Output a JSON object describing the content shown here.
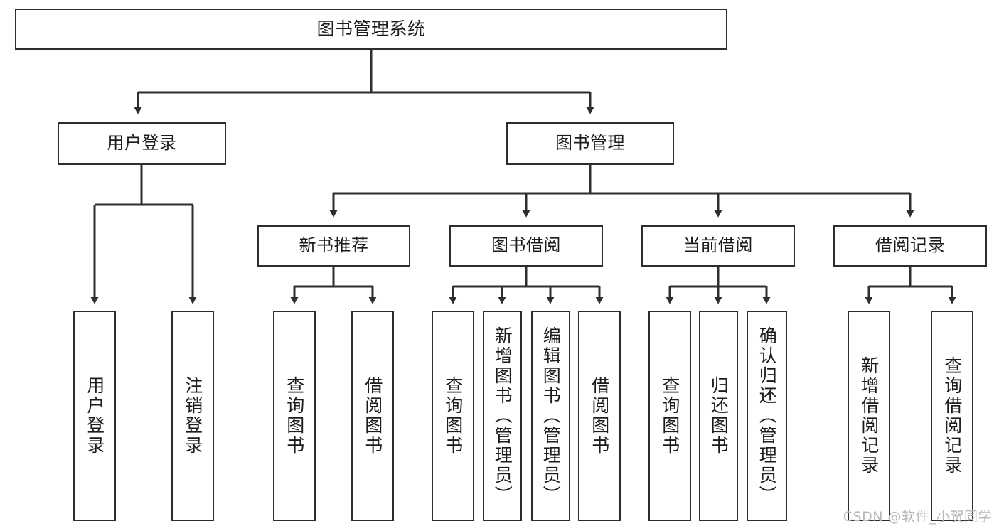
{
  "diagram": {
    "title": "图书管理系统",
    "watermark": "CSDN @软件_小贺同学",
    "line_color": "#2e2e2e",
    "box_border_color": "#2e2e2e",
    "box_fill": "#ffffff",
    "text_color": "#1c1c1c",
    "watermark_color": "#b8b8b8",
    "nodes": {
      "root": "图书管理系统",
      "level2": {
        "user_login": "用户登录",
        "book_manage": "图书管理"
      },
      "level3": {
        "new_book_rec": "新书推荐",
        "book_borrow": "图书借阅",
        "current_borrow": "当前借阅",
        "borrow_record": "借阅记录"
      },
      "leaves": {
        "user_login_1": "用户登录",
        "user_login_2": "注销登录",
        "new_book_rec_1": "查询图书",
        "new_book_rec_2": "借阅图书",
        "book_borrow_1": "查询图书",
        "book_borrow_2": "新增图书（管理员）",
        "book_borrow_3": "编辑图书（管理员）",
        "book_borrow_4": "借阅图书",
        "current_borrow_1": "查询图书",
        "current_borrow_2": "归还图书",
        "current_borrow_3": "确认归还（管理员）",
        "borrow_record_1": "新增借阅记录",
        "borrow_record_2": "查询借阅记录"
      }
    },
    "hierarchy": [
      {
        "label": "图书管理系统",
        "children": [
          {
            "label": "用户登录",
            "children": [
              {
                "label": "用户登录"
              },
              {
                "label": "注销登录"
              }
            ]
          },
          {
            "label": "图书管理",
            "children": [
              {
                "label": "新书推荐",
                "children": [
                  {
                    "label": "查询图书"
                  },
                  {
                    "label": "借阅图书"
                  }
                ]
              },
              {
                "label": "图书借阅",
                "children": [
                  {
                    "label": "查询图书"
                  },
                  {
                    "label": "新增图书（管理员）"
                  },
                  {
                    "label": "编辑图书（管理员）"
                  },
                  {
                    "label": "借阅图书"
                  }
                ]
              },
              {
                "label": "当前借阅",
                "children": [
                  {
                    "label": "查询图书"
                  },
                  {
                    "label": "归还图书"
                  },
                  {
                    "label": "确认归还（管理员）"
                  }
                ]
              },
              {
                "label": "借阅记录",
                "children": [
                  {
                    "label": "新增借阅记录"
                  },
                  {
                    "label": "查询借阅记录"
                  }
                ]
              }
            ]
          }
        ]
      }
    ]
  }
}
